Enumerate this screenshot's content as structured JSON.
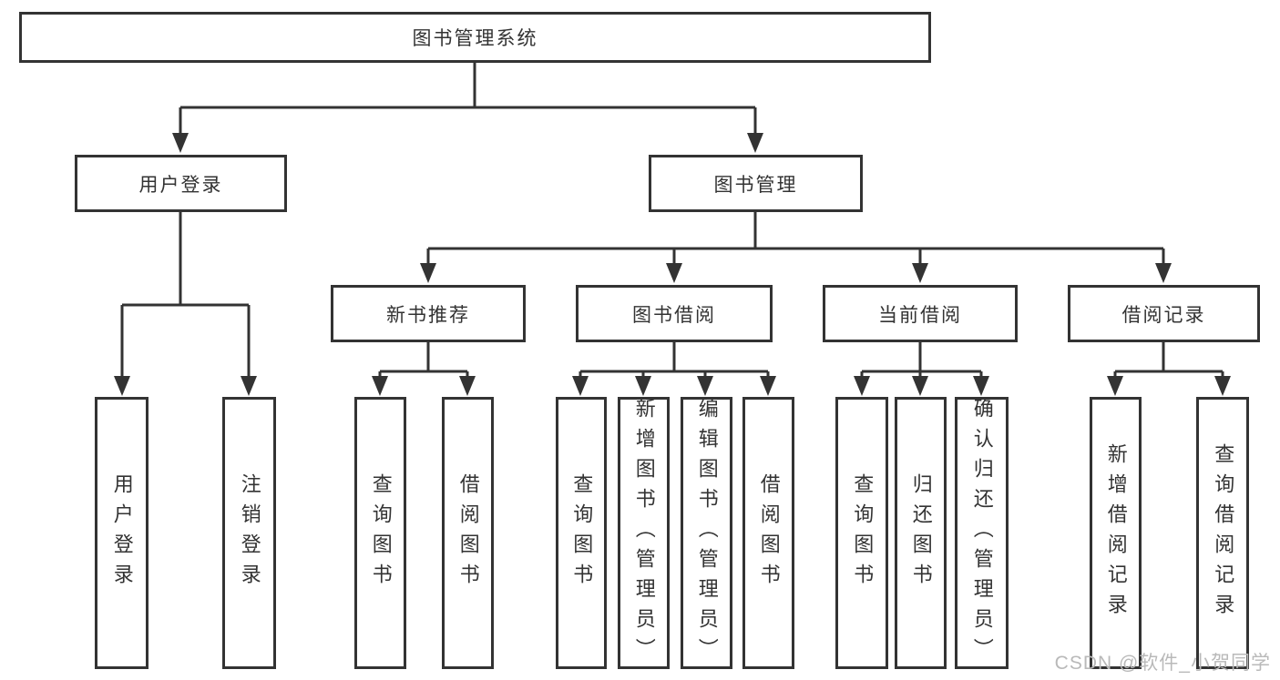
{
  "diagram": {
    "tree": {
      "root": {
        "label": "图书管理系统",
        "children": [
          {
            "label": "用户登录",
            "children": [
              {
                "label": "用户登录"
              },
              {
                "label": "注销登录"
              }
            ]
          },
          {
            "label": "图书管理",
            "children": [
              {
                "label": "新书推荐",
                "children": [
                  {
                    "label": "查询图书"
                  },
                  {
                    "label": "借阅图书"
                  }
                ]
              },
              {
                "label": "图书借阅",
                "children": [
                  {
                    "label": "查询图书"
                  },
                  {
                    "label": "新增图书（管理员）"
                  },
                  {
                    "label": "编辑图书（管理员）"
                  },
                  {
                    "label": "借阅图书"
                  }
                ]
              },
              {
                "label": "当前借阅",
                "children": [
                  {
                    "label": "查询图书"
                  },
                  {
                    "label": "归还图书"
                  },
                  {
                    "label": "确认归还（管理员）"
                  }
                ]
              },
              {
                "label": "借阅记录",
                "children": [
                  {
                    "label": "新增借阅记录"
                  },
                  {
                    "label": "查询借阅记录"
                  }
                ]
              }
            ]
          }
        ]
      }
    },
    "watermark": {
      "text": "CSDN @软件_小贺同学"
    },
    "colors": {
      "line": "#333333",
      "text": "#333333",
      "background": "#ffffff",
      "watermark": "#b9b9b9"
    }
  }
}
